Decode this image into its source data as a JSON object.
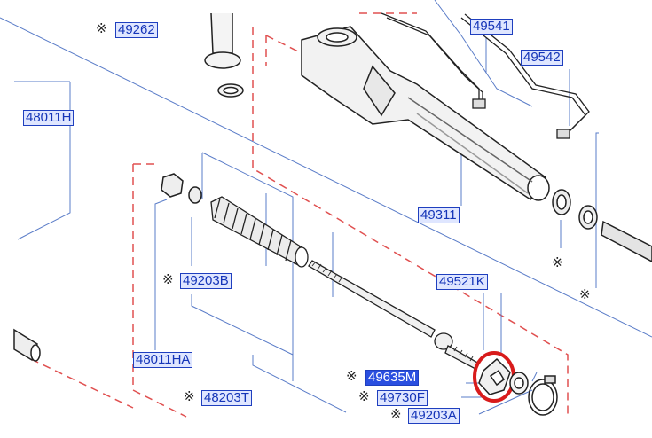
{
  "diagram": {
    "part_labels": {
      "p49262": "49262",
      "p49541": "49541",
      "p49542": "49542",
      "p48011H": "48011H",
      "p49311": "49311",
      "p49203B": "49203B",
      "p49521K": "49521K",
      "p48011HA": "48011HA",
      "p49635M": "49635M",
      "p49730F": "49730F",
      "p48203T": "48203T",
      "p49203A": "49203A"
    },
    "asterisk": "※",
    "highlighted_part": "49635M",
    "highlight_color": "#d81b1b",
    "label_color": "#1535b8",
    "leader_color": "#3b5fb5",
    "boundary_color": "#e05050"
  }
}
